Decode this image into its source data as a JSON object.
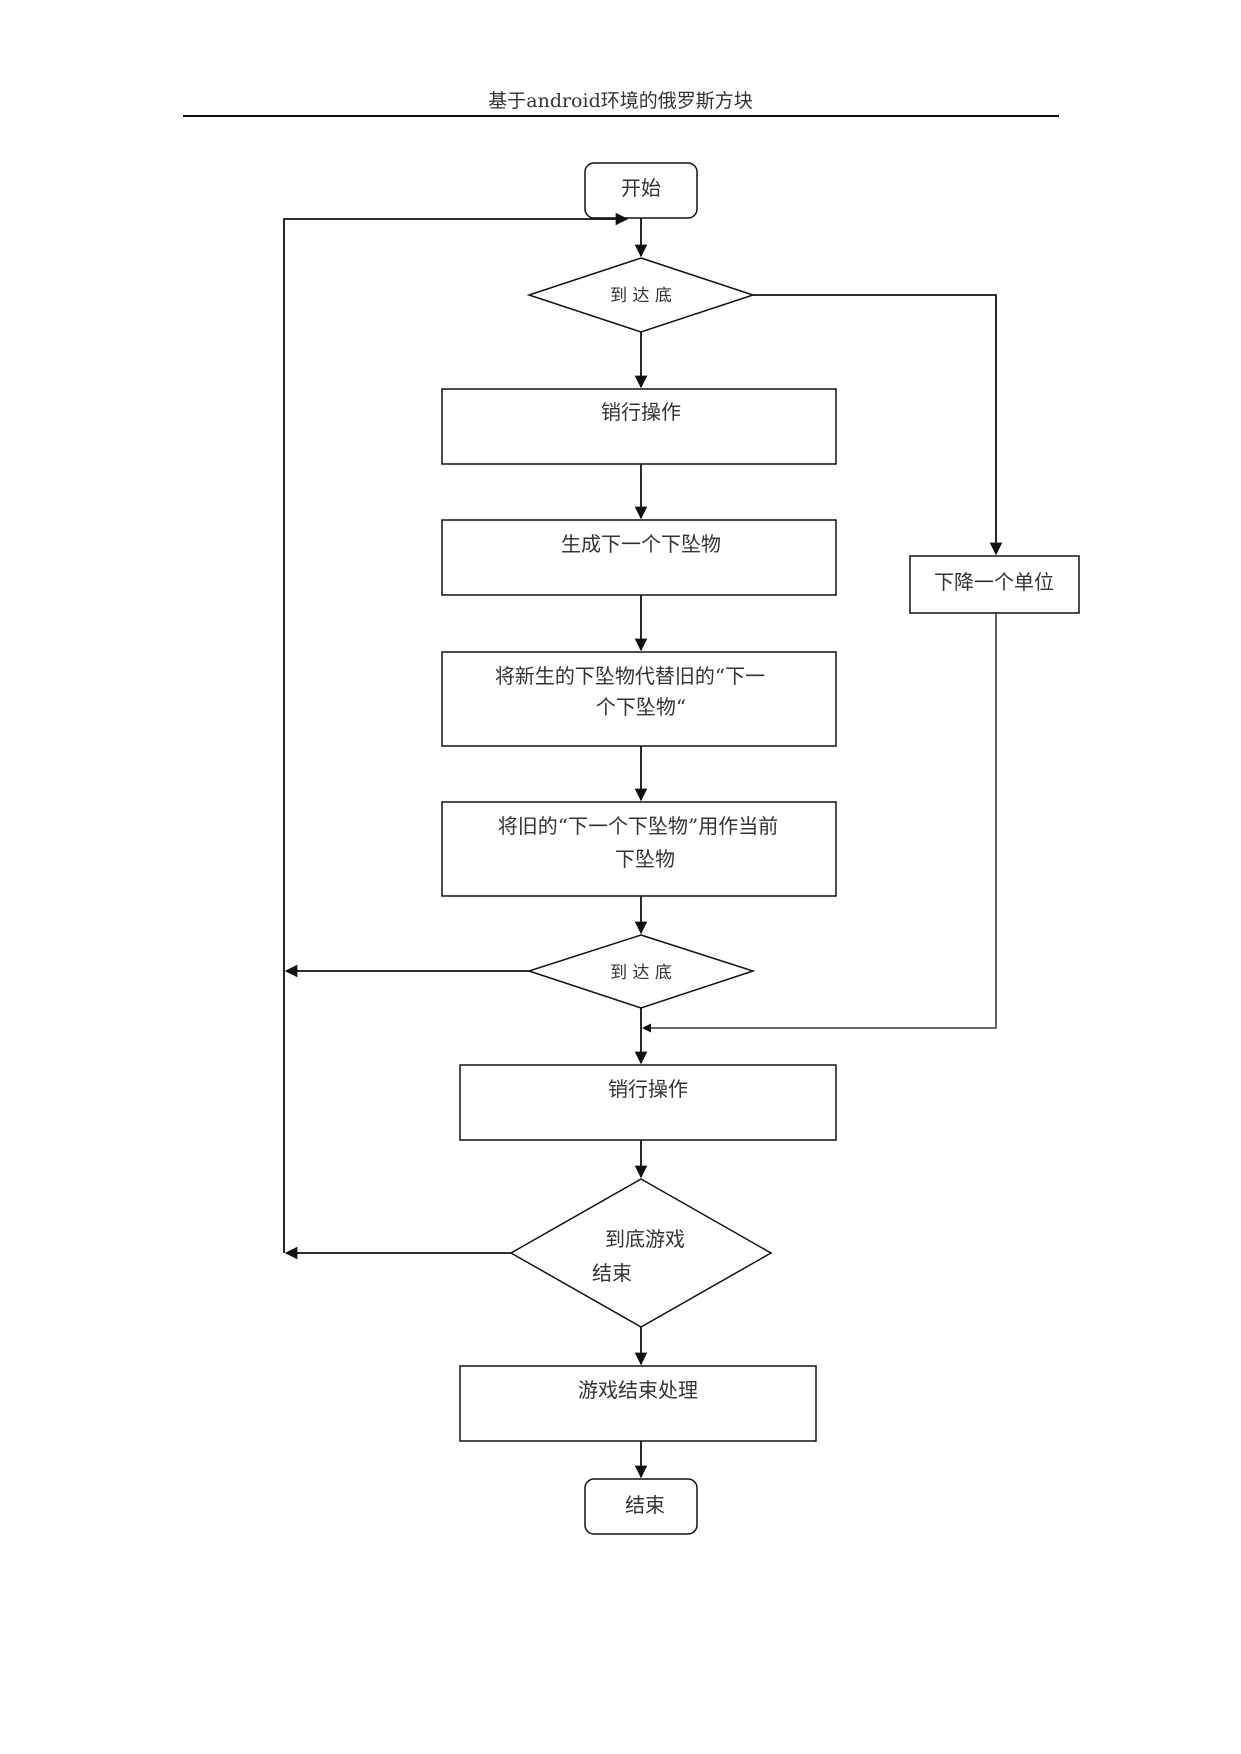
{
  "header": {
    "title": "基于android环境的俄罗斯方块"
  },
  "flowchart": {
    "start": "开始",
    "decision_top": "到 达 底",
    "eliminate_1": "销行操作",
    "generate_next": "生成下一个下坠物",
    "replace_next_line1": "将新生的下坠物代替旧的“下一",
    "replace_next_line2": "个下坠物“",
    "use_as_current_line1": "将旧的“下一个下坠物”用作当前",
    "use_as_current_line2": "下坠物",
    "decision_middle": "到 达 底",
    "eliminate_2": "销行操作",
    "descend_one": "下降一个单位",
    "decision_game_over_line1": "到底游戏",
    "decision_game_over_line2": "结束",
    "game_over_handling": "游戏结束处理",
    "end": "结束"
  }
}
